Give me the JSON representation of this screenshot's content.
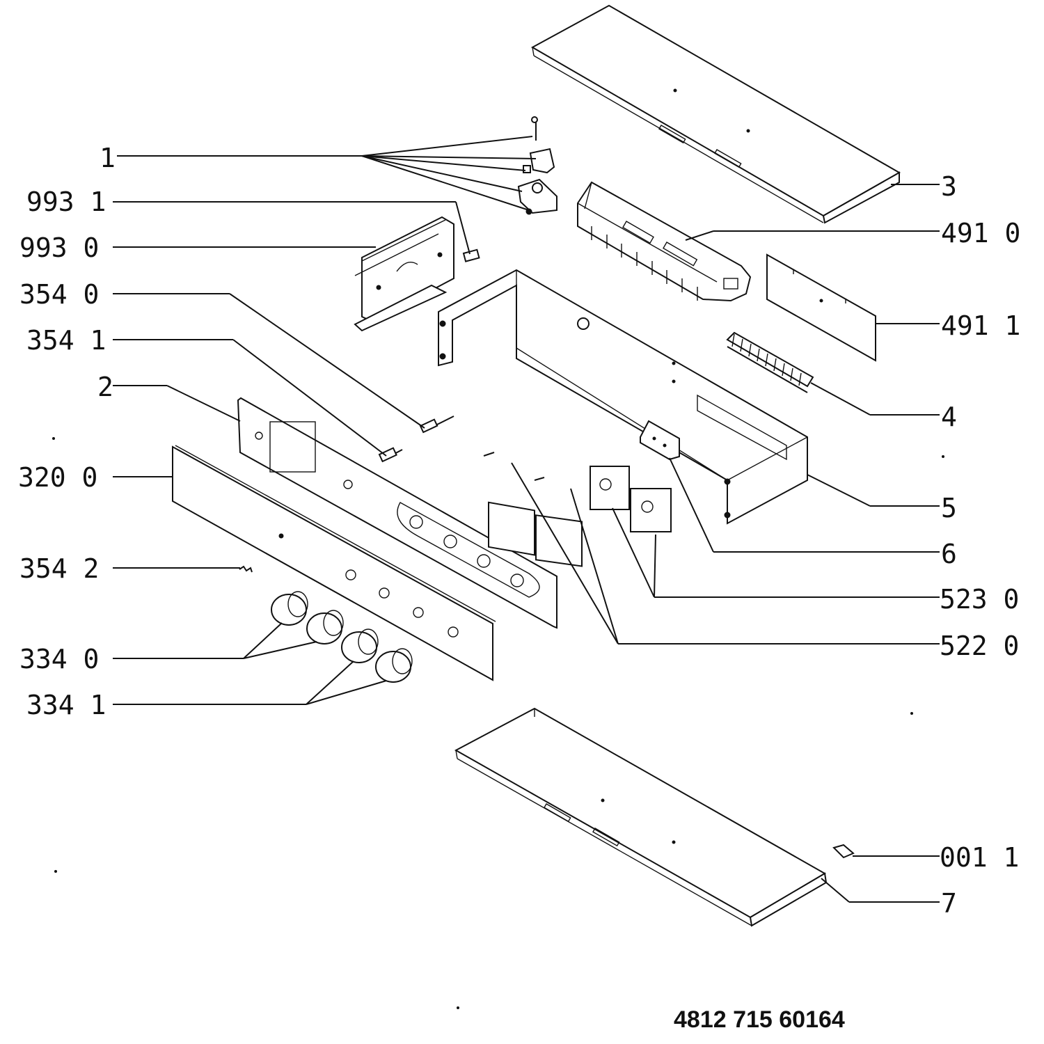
{
  "labels_left": [
    {
      "id": "1",
      "text": "1"
    },
    {
      "id": "993-1",
      "text": "993 1"
    },
    {
      "id": "993-0",
      "text": "993 0"
    },
    {
      "id": "354-0",
      "text": "354 0"
    },
    {
      "id": "354-1",
      "text": "354 1"
    },
    {
      "id": "2",
      "text": "2"
    },
    {
      "id": "320-0",
      "text": "320 0"
    },
    {
      "id": "354-2",
      "text": "354 2"
    },
    {
      "id": "334-0",
      "text": "334 0"
    },
    {
      "id": "334-1",
      "text": "334 1"
    }
  ],
  "labels_right": [
    {
      "id": "3",
      "text": "3"
    },
    {
      "id": "491-0",
      "text": "491 0"
    },
    {
      "id": "491-1",
      "text": "491 1"
    },
    {
      "id": "4",
      "text": "4"
    },
    {
      "id": "5",
      "text": "5"
    },
    {
      "id": "6",
      "text": "6"
    },
    {
      "id": "523-0",
      "text": "523 0"
    },
    {
      "id": "522-0",
      "text": "522 0"
    },
    {
      "id": "001-1",
      "text": "001 1"
    },
    {
      "id": "7",
      "text": "7"
    }
  ],
  "document_number": "4812 715 60164"
}
